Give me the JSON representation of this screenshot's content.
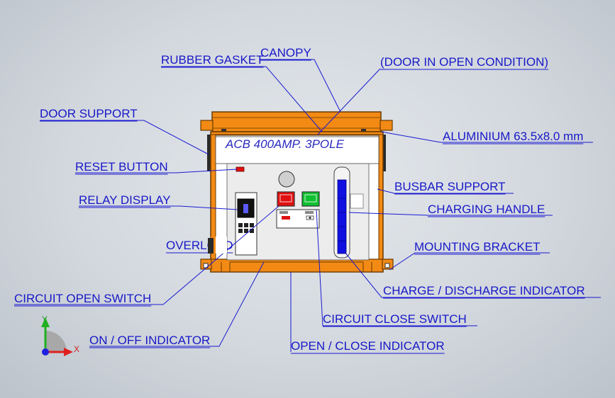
{
  "panel": {
    "title": "ACB 400AMP.  3POLE"
  },
  "labels": {
    "rubber_gasket": "RUBBER GASKET",
    "canopy": "CANOPY",
    "door_open": "(DOOR IN OPEN CONDITION)",
    "door_support": "DOOR SUPPORT",
    "aluminium": "ALUMINIUM 63.5x8.0 mm",
    "reset_button": "RESET BUTTON",
    "busbar_support": "BUSBAR SUPPORT",
    "relay_display": "RELAY DISPLAY",
    "charging_handle": "CHARGING HANDLE",
    "overload": "OVERLOAD",
    "mounting_bracket": "MOUNTING BRACKET",
    "charge_discharge": "CHARGE / DISCHARGE INDICATOR",
    "circuit_open": "CIRCUIT OPEN SWITCH",
    "circuit_close": "CIRCUIT CLOSE SWITCH",
    "on_off": "ON / OFF INDICATOR",
    "open_close": "OPEN / CLOSE INDICATOR"
  },
  "axes": {
    "y": "Y",
    "x": "X"
  },
  "colors": {
    "frame": "#f28a14",
    "frame_dark": "#a85a00",
    "label": "#1818c8",
    "open_switch": "#e01010",
    "close_switch": "#10c030",
    "indicator_blue": "#1010e0"
  }
}
